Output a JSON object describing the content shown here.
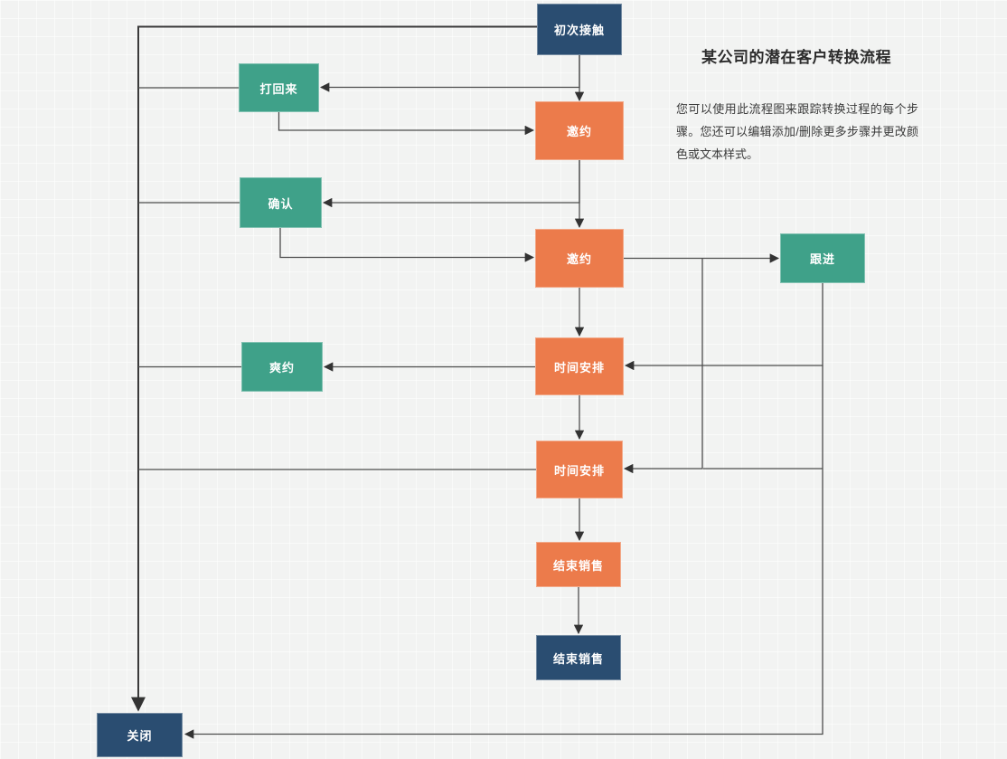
{
  "title": "某公司的潜在客户转换流程",
  "description": "您可以使用此流程图来跟踪转换过程的每个步骤。您还可以编辑添加/删除更多步骤并更改颜色或文本样式。",
  "palette": {
    "background": "#f2f3f2",
    "navy": "#2a4d71",
    "orange": "#ec7b4b",
    "green": "#3fa189",
    "line": "#4d4d4d",
    "arrow": "#333333",
    "node_text": "#ffffff",
    "title_text": "#2d2d2d"
  },
  "nodes": [
    {
      "id": "first-contact",
      "label": "初次接触",
      "color": "navy"
    },
    {
      "id": "call-back",
      "label": "打回来",
      "color": "green"
    },
    {
      "id": "invite-1",
      "label": "邀约",
      "color": "orange"
    },
    {
      "id": "confirm",
      "label": "确认",
      "color": "green"
    },
    {
      "id": "invite-2",
      "label": "邀约",
      "color": "orange"
    },
    {
      "id": "follow-up",
      "label": "跟进",
      "color": "green"
    },
    {
      "id": "no-show",
      "label": "爽约",
      "color": "green"
    },
    {
      "id": "schedule-1",
      "label": "时间安排",
      "color": "orange"
    },
    {
      "id": "schedule-2",
      "label": "时间安排",
      "color": "orange"
    },
    {
      "id": "close-sale-1",
      "label": "结束销售",
      "color": "orange"
    },
    {
      "id": "close-sale-2",
      "label": "结束销售",
      "color": "navy"
    },
    {
      "id": "closed",
      "label": "关闭",
      "color": "navy"
    }
  ],
  "edges": [
    {
      "from": "first-contact",
      "to": "invite-1"
    },
    {
      "from": "first-contact",
      "to": "call-back"
    },
    {
      "from": "call-back",
      "to": "invite-1"
    },
    {
      "from": "invite-1",
      "to": "confirm"
    },
    {
      "from": "invite-1",
      "to": "invite-2"
    },
    {
      "from": "confirm",
      "to": "invite-2"
    },
    {
      "from": "invite-2",
      "to": "follow-up"
    },
    {
      "from": "invite-2",
      "to": "schedule-2"
    },
    {
      "from": "invite-2",
      "to": "schedule-1"
    },
    {
      "from": "follow-up",
      "to": "schedule-1"
    },
    {
      "from": "schedule-1",
      "to": "no-show"
    },
    {
      "from": "schedule-1",
      "to": "schedule-2"
    },
    {
      "from": "schedule-2",
      "to": "close-sale-1"
    },
    {
      "from": "close-sale-1",
      "to": "close-sale-2"
    },
    {
      "from": "follow-up",
      "to": "closed"
    },
    {
      "from": "first-contact",
      "to": "closed"
    },
    {
      "from": "call-back",
      "to": "closed"
    },
    {
      "from": "confirm",
      "to": "closed"
    },
    {
      "from": "no-show",
      "to": "closed"
    },
    {
      "from": "schedule-2",
      "to": "closed"
    }
  ]
}
